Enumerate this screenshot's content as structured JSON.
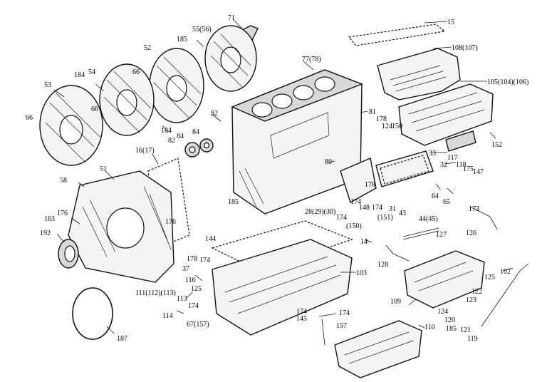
{
  "callouts": [
    {
      "id": "c71",
      "text": "71"
    },
    {
      "id": "c15",
      "text": "15"
    },
    {
      "id": "c55",
      "text": "55(56)"
    },
    {
      "id": "c185a",
      "text": "185"
    },
    {
      "id": "c108",
      "text": "108(107)"
    },
    {
      "id": "c52",
      "text": "52"
    },
    {
      "id": "c77",
      "text": "77(78)"
    },
    {
      "id": "c54",
      "text": "54"
    },
    {
      "id": "c184a",
      "text": "184"
    },
    {
      "id": "c66a",
      "text": "66"
    },
    {
      "id": "c53",
      "text": "53"
    },
    {
      "id": "c66b",
      "text": "66"
    },
    {
      "id": "c66c",
      "text": "66"
    },
    {
      "id": "c105",
      "text": "105(104)(106)"
    },
    {
      "id": "c92",
      "text": "92"
    },
    {
      "id": "c81",
      "text": "81"
    },
    {
      "id": "c178a",
      "text": "178"
    },
    {
      "id": "c124a",
      "text": "124"
    },
    {
      "id": "c150",
      "text": "150"
    },
    {
      "id": "c184b",
      "text": "184"
    },
    {
      "id": "c84a",
      "text": "84"
    },
    {
      "id": "c84b",
      "text": "84"
    },
    {
      "id": "c82",
      "text": "82"
    },
    {
      "id": "c152",
      "text": "152"
    },
    {
      "id": "c16",
      "text": "16(17)"
    },
    {
      "id": "c80",
      "text": "80"
    },
    {
      "id": "c33",
      "text": "33"
    },
    {
      "id": "c32",
      "text": "32"
    },
    {
      "id": "c117",
      "text": "117"
    },
    {
      "id": "c118",
      "text": "118"
    },
    {
      "id": "c175",
      "text": "175"
    },
    {
      "id": "c147",
      "text": "147"
    },
    {
      "id": "c58",
      "text": "58"
    },
    {
      "id": "c51",
      "text": "51"
    },
    {
      "id": "c178b",
      "text": "178"
    },
    {
      "id": "c174a",
      "text": "174"
    },
    {
      "id": "c148",
      "text": "148"
    },
    {
      "id": "c174b",
      "text": "174"
    },
    {
      "id": "c31",
      "text": "31"
    },
    {
      "id": "c64",
      "text": "64"
    },
    {
      "id": "c65",
      "text": "65"
    },
    {
      "id": "c185b",
      "text": "185"
    },
    {
      "id": "c28",
      "text": "28(29)(30)"
    },
    {
      "id": "c43",
      "text": "43"
    },
    {
      "id": "c173",
      "text": "173"
    },
    {
      "id": "c163",
      "text": "163"
    },
    {
      "id": "c176a",
      "text": "176"
    },
    {
      "id": "c174c",
      "text": "174"
    },
    {
      "id": "c151",
      "text": "(151)"
    },
    {
      "id": "c44",
      "text": "44(45)"
    },
    {
      "id": "c176b",
      "text": "176"
    },
    {
      "id": "c150b",
      "text": "(150)"
    },
    {
      "id": "c192",
      "text": "192"
    },
    {
      "id": "c127",
      "text": "127"
    },
    {
      "id": "c126",
      "text": "126"
    },
    {
      "id": "c144",
      "text": "144"
    },
    {
      "id": "c14",
      "text": "14"
    },
    {
      "id": "c178c",
      "text": "178"
    },
    {
      "id": "c174d",
      "text": "174"
    },
    {
      "id": "c37",
      "text": "37"
    },
    {
      "id": "c128",
      "text": "128"
    },
    {
      "id": "c102",
      "text": "102"
    },
    {
      "id": "c103",
      "text": "103"
    },
    {
      "id": "c125a",
      "text": "125"
    },
    {
      "id": "c116",
      "text": "116"
    },
    {
      "id": "c111",
      "text": "111(112)(113)"
    },
    {
      "id": "c125b",
      "text": "125"
    },
    {
      "id": "c113",
      "text": "113"
    },
    {
      "id": "c122",
      "text": "122"
    },
    {
      "id": "c123",
      "text": "123"
    },
    {
      "id": "c109",
      "text": "109"
    },
    {
      "id": "c174e",
      "text": "174"
    },
    {
      "id": "c124b",
      "text": "124"
    },
    {
      "id": "c114",
      "text": "114"
    },
    {
      "id": "c174f",
      "text": "174"
    },
    {
      "id": "c145",
      "text": "145"
    },
    {
      "id": "c174g",
      "text": "174"
    },
    {
      "id": "c120",
      "text": "120"
    },
    {
      "id": "c67",
      "text": "67(157)"
    },
    {
      "id": "c110",
      "text": "110"
    },
    {
      "id": "c185c",
      "text": "185"
    },
    {
      "id": "c121",
      "text": "121"
    },
    {
      "id": "c157",
      "text": "157"
    },
    {
      "id": "c119",
      "text": "119"
    },
    {
      "id": "c187",
      "text": "187"
    }
  ]
}
